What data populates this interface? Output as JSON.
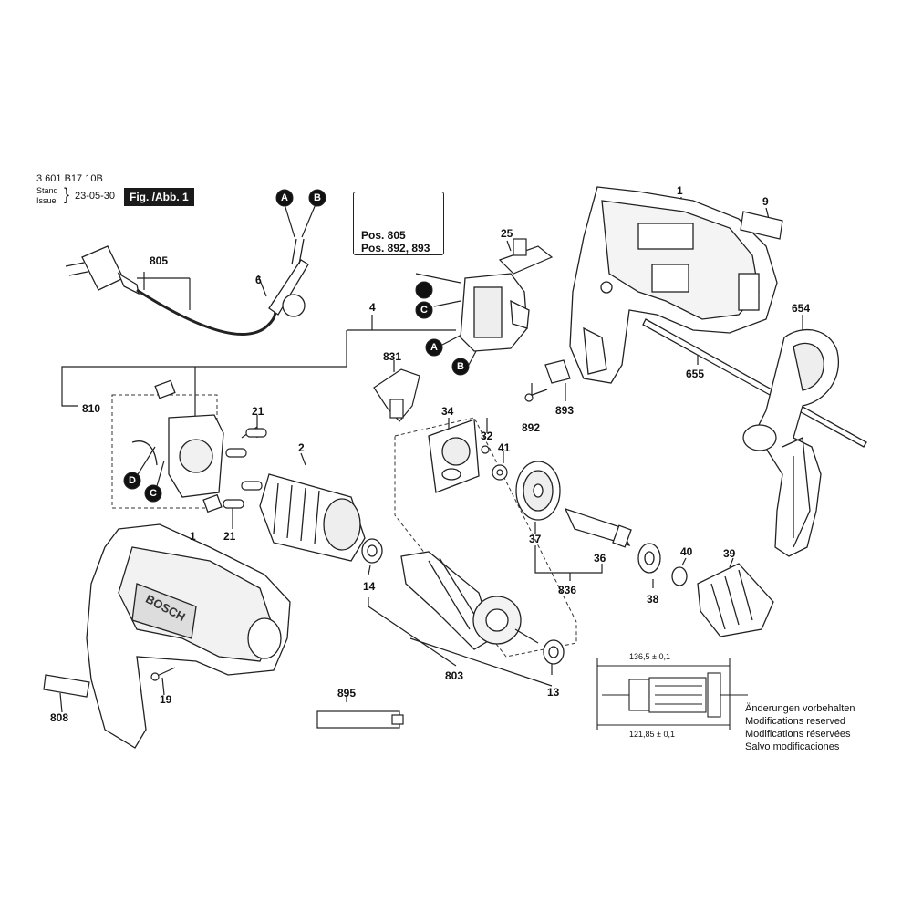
{
  "header": {
    "doc_number": "3 601 B17 10B",
    "stand": "Stand",
    "issue": "Issue",
    "date": "23-05-30",
    "figure_label": "Fig. /Abb. 1"
  },
  "warning_box": {
    "pos_line1": "Pos. 805",
    "pos_line2": "Pos. 892, 893"
  },
  "callouts": {
    "p1_top": "1",
    "p9": "9",
    "p654": "654",
    "p655": "655",
    "p25": "25",
    "p805": "805",
    "p6": "6",
    "p4": "4",
    "p831": "831",
    "p892": "892",
    "p893": "893",
    "p810": "810",
    "p21_top": "21",
    "p2": "2",
    "p34": "34",
    "p32": "32",
    "p41": "41",
    "p21_bot": "21",
    "p1_bot": "1",
    "p37": "37",
    "p36": "36",
    "p40": "40",
    "p39": "39",
    "p836": "836",
    "p38": "38",
    "p14": "14",
    "p803": "803",
    "p13": "13",
    "p808": "808",
    "p19": "19",
    "p895": "895"
  },
  "letters": {
    "A_cable": "A",
    "B_cable": "B",
    "C_switch": "C",
    "A_switch": "A",
    "B_switch": "B",
    "D_holder": "D",
    "C_holder": "C"
  },
  "dimensions": {
    "top": "136,5 ± 0,1",
    "bottom": "121,85 ± 0,1"
  },
  "notes": [
    "Änderungen vorbehalten",
    "Modifications reserved",
    "Modifications réservées",
    "Salvo modificaciones"
  ],
  "brand_on_housing": "BOSCH"
}
